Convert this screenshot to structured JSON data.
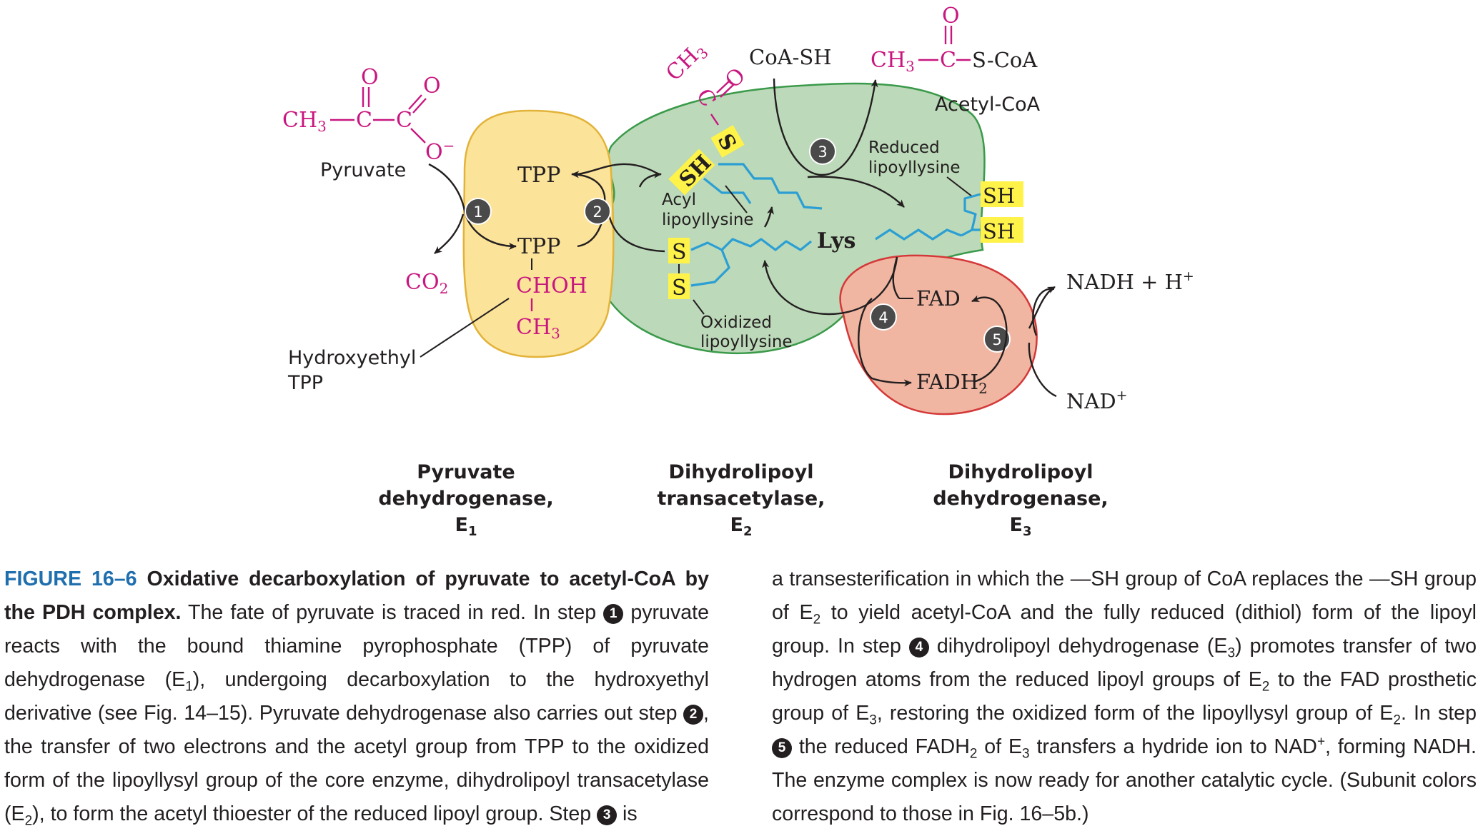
{
  "diagram": {
    "pyruvate": {
      "o_top": "O",
      "o_dbl": "O",
      "chain": "CH",
      "chain_sub": "3",
      "c1": "C",
      "c2": "C",
      "o_minus": "O",
      "o_minus_sup": "−",
      "name": "Pyruvate"
    },
    "co2": {
      "text": "CO",
      "sub": "2"
    },
    "hydroxyethyl": {
      "line1": "Hydroxyethyl",
      "line2": "TPP"
    },
    "tpp_top": "TPP",
    "tpp_bottom": "TPP",
    "choh": "CHOH",
    "ch3": {
      "text": "CH",
      "sub": "3"
    },
    "acyl_group": {
      "ch3": "CH",
      "ch3_sub": "3",
      "c": "C",
      "o": "O",
      "s": "S",
      "sh": "SH"
    },
    "acyl_label": {
      "line1": "Acyl",
      "line2": "lipoyllysine"
    },
    "ox_s1": "S",
    "ox_s2": "S",
    "ox_label": {
      "line1": "Oxidized",
      "line2": "lipoyllysine"
    },
    "lys": "Lys",
    "coash": "CoA-SH",
    "acetylcoa_formula": {
      "ch3": "CH",
      "ch3_sub": "3",
      "rest": "C",
      "scoa": "S-CoA",
      "o": "O"
    },
    "acetylcoa_name": "Acetyl-CoA",
    "reduced_label": {
      "line1": "Reduced",
      "line2": "lipoyllysine"
    },
    "sh1": "SH",
    "sh2": "SH",
    "fad": "FAD",
    "fadh2": {
      "text": "FADH",
      "sub": "2"
    },
    "nadh": {
      "text": "NADH + H",
      "sup": "+"
    },
    "nad": {
      "text": "NAD",
      "sup": "+"
    },
    "steps": [
      "1",
      "2",
      "3",
      "4",
      "5"
    ],
    "enzyme1": {
      "line1": "Pyruvate",
      "line2": "dehydrogenase,",
      "line3": "E",
      "sub": "1"
    },
    "enzyme2": {
      "line1": "Dihydrolipoyl",
      "line2": "transacetylase,",
      "line3": "E",
      "sub": "2"
    },
    "enzyme3": {
      "line1": "Dihydrolipoyl",
      "line2": "dehydrogenase,",
      "line3": "E",
      "sub": "3"
    }
  },
  "caption": {
    "fig_num": "FIGURE 16–6",
    "fig_title": "Oxidative decarboxylation of pyruvate to acetyl-CoA by the PDH complex.",
    "l1": " The fate of pyruvate is traced in red. In step ",
    "l2": " pyruvate reacts with the bound thiamine pyrophosphate (TPP) of pyruvate dehydrogenase (E",
    "l3": "), undergoing decarboxylation to the hydroxyethyl derivative (see Fig. 14–15). Pyruvate dehydrogenase also carries out step ",
    "l4": ", the transfer of two electrons and the acetyl group from TPP to the oxidized form of the lipoyllysyl group of the core enzyme, dihydrolipoyl transacetylase (E",
    "l5": "), to form the acetyl thioester of the reduced lipoyl group. Step ",
    "l6": " is",
    "r1": "a transesterification in which the —SH group of CoA replaces the —SH group of E",
    "r2": " to yield acetyl-CoA and the fully reduced (dithiol) form of the lipoyl group. In step ",
    "r3": " dihydrolipoyl dehydrogenase (E",
    "r4": ") promotes transfer of two hydrogen atoms from the reduced lipoyl groups of E",
    "r5": " to the FAD prosthetic group of E",
    "r6": ", restoring the oxidized form of the lipoyllysyl group of E",
    "r7": ". In step ",
    "r8": " the reduced FADH",
    "r9": " of E",
    "r10": " transfers a hydride ion to NAD",
    "r11": ", forming NADH. The enzyme complex is now ready for another catalytic cycle. (Subunit colors correspond to those in Fig. 16–5b.)",
    "sub1": "1",
    "sub2": "2",
    "sub3": "3",
    "plus": "+",
    "step1": "1",
    "step2": "2",
    "step3": "3",
    "step4": "4",
    "step5": "5"
  }
}
